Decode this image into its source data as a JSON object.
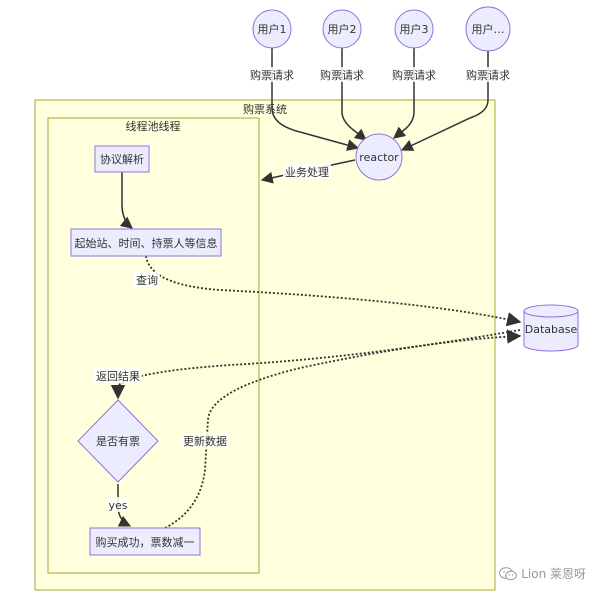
{
  "diagram": {
    "system_label": "购票系统",
    "pool_label": "线程池线程",
    "nodes": {
      "user1": "用户1",
      "user2": "用户2",
      "user3": "用户3",
      "user_more": "用户…",
      "reactor": "reactor",
      "parse": "协议解析",
      "info": "起始站、时间、持票人等信息",
      "decision": "是否有票",
      "success": "购买成功，票数减一",
      "database": "Database"
    },
    "edges": {
      "req1": "购票请求",
      "req2": "购票请求",
      "req3": "购票请求",
      "req4": "购票请求",
      "process": "业务处理",
      "query": "查询",
      "result": "返回结果",
      "update": "更新数据",
      "yes": "yes"
    }
  },
  "watermark": {
    "text": "Lion 莱恩呀",
    "icon": "wechat-icon"
  },
  "colors": {
    "node_fill": "#ECECFF",
    "node_stroke": "#9370DB",
    "cluster_fill": "#FFFFDE",
    "cluster_stroke": "#AAAA33",
    "edge": "#333333"
  }
}
